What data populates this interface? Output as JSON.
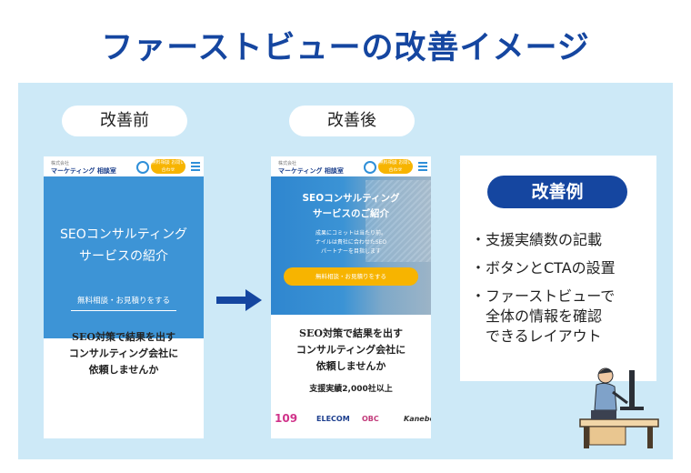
{
  "title": "ファーストビューの改善イメージ",
  "before": {
    "label": "改善前",
    "header": {
      "logo_small": "株式会社",
      "logo": "マーケティング 相談室",
      "cta": "無料相談 お問い合わせ"
    },
    "hero_heading_1": "SEOコンサルティング",
    "hero_heading_2": "サービスの紹介",
    "hero_link": "無料相談・お見積りをする",
    "copy_1": "SEO対策で結果を出す",
    "copy_2": "コンサルティング会社に",
    "copy_3": "依頼しませんか"
  },
  "after": {
    "label": "改善後",
    "header": {
      "logo_small": "株式会社",
      "logo": "マーケティング 相談室",
      "cta": "無料相談 お問い合わせ"
    },
    "hero_heading_1": "SEOコンサルティング",
    "hero_heading_2": "サービスのご紹介",
    "hero_sub_1": "成果にコミットは当たり前。",
    "hero_sub_2": "ナイルは貴社に合わせたSEO",
    "hero_sub_3": "パートナーを目指します",
    "hero_button": "無料相談・お見積りをする",
    "copy_1": "SEO対策で結果を出す",
    "copy_2": "コンサルティング会社に",
    "copy_3": "依頼しませんか",
    "achievement": "支援実績2,000社以上",
    "logos": [
      "109",
      "ELECOM",
      "OBC",
      "Kanebo"
    ]
  },
  "example": {
    "label": "改善例",
    "bullet": "・",
    "items": [
      "支援実績数の記載",
      "ボタンとCTAの設置",
      "ファーストビューで",
      "全体の情報を確認",
      "できるレイアウト"
    ]
  },
  "colors": {
    "brand": "#1546a0",
    "panel": "#cde9f7",
    "hero": "#3d94d6",
    "cta": "#f7b400"
  }
}
